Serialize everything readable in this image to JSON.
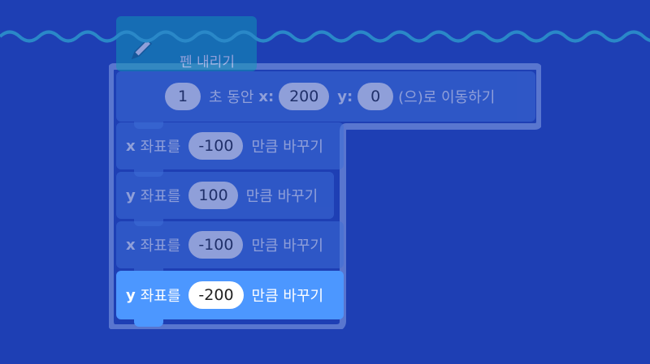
{
  "colors": {
    "background": "#1e3fb4",
    "wave": "#2a7fc2",
    "pen_block": "#0f9bb4",
    "motion_block": "#3f6fd8",
    "motion_block_selected": "#4c97ff"
  },
  "pen_block": {
    "icon": "pencil-icon",
    "label": "펜 내리기"
  },
  "glide_block": {
    "seconds": "1",
    "seconds_label": "초 동안",
    "x_label": "x:",
    "x_value": "200",
    "y_label": "y:",
    "y_value": "0",
    "suffix": "(으)로 이동하기"
  },
  "change_blocks": [
    {
      "axis": "x",
      "label": "좌표를",
      "value": "-100",
      "suffix": "만큼 바꾸기"
    },
    {
      "axis": "y",
      "label": "좌표를",
      "value": "100",
      "suffix": "만큼 바꾸기"
    },
    {
      "axis": "x",
      "label": "좌표를",
      "value": "-100",
      "suffix": "만큼 바꾸기"
    },
    {
      "axis": "y",
      "label": "좌표를",
      "value": "-200",
      "suffix": "만큼 바꾸기",
      "selected": true
    }
  ]
}
